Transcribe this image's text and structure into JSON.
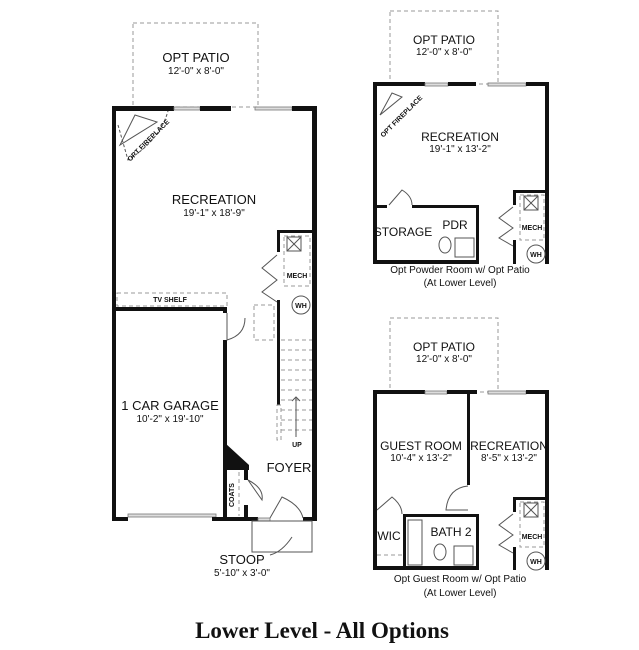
{
  "title": "Lower Level - All Options",
  "main_plan": {
    "patio": {
      "name": "OPT PATIO",
      "size": "12'-0\" x 8'-0\""
    },
    "fireplace": "OPT FIREPLACE",
    "recreation": {
      "name": "RECREATION",
      "size": "19'-1\" x 18'-9\""
    },
    "tv_shelf": "TV SHELF",
    "mech": "MECH",
    "wh": "WH",
    "garage": {
      "name": "1 CAR GARAGE",
      "size": "10'-2\" x 19'-10\""
    },
    "foyer": "FOYER",
    "coats": "COATS",
    "up": "UP",
    "stoop": {
      "name": "STOOP",
      "size": "5'-10\" x 3'-0\""
    }
  },
  "powder_option": {
    "patio": {
      "name": "OPT PATIO",
      "size": "12'-0\" x 8'-0\""
    },
    "fireplace": "OPT FIREPLACE",
    "recreation": {
      "name": "RECREATION",
      "size": "19'-1\" x 13'-2\""
    },
    "storage": "STORAGE",
    "pdr": "PDR",
    "mech": "MECH",
    "wh": "WH",
    "caption_line1": "Opt Powder Room w/ Opt Patio",
    "caption_line2": "(At Lower Level)"
  },
  "guest_option": {
    "patio": {
      "name": "OPT PATIO",
      "size": "12'-0\" x 8'-0\""
    },
    "guest_room": {
      "name": "GUEST ROOM",
      "size": "10'-4\" x 13'-2\""
    },
    "recreation": {
      "name": "RECREATION",
      "size": "8'-5\" x 13'-2\""
    },
    "wic": "WIC",
    "bath": "BATH 2",
    "mech": "MECH",
    "wh": "WH",
    "caption_line1": "Opt Guest Room w/ Opt Patio",
    "caption_line2": "(At Lower Level)"
  }
}
